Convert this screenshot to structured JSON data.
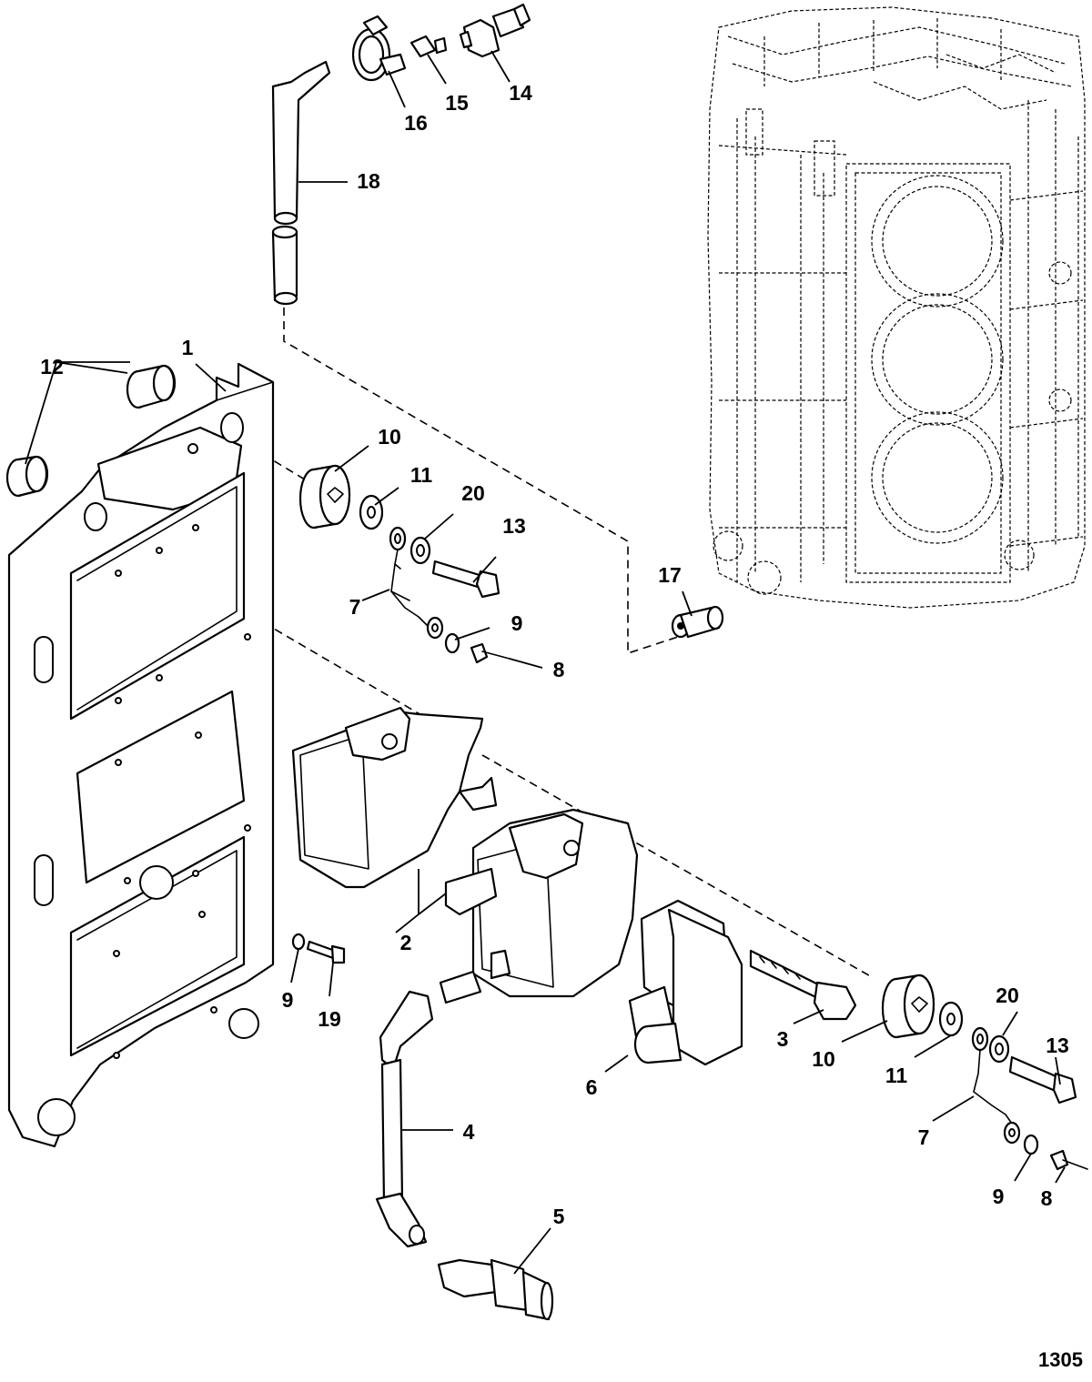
{
  "diagram": {
    "figure_number": "1305",
    "callouts": {
      "c1": "1",
      "c2": "2",
      "c3": "3",
      "c4": "4",
      "c5": "5",
      "c6": "6",
      "c7a": "7",
      "c7b": "7",
      "c8a": "8",
      "c8b": "8",
      "c9a": "9",
      "c9b": "9",
      "c9c": "9",
      "c10a": "10",
      "c10b": "10",
      "c11a": "11",
      "c11b": "11",
      "c12": "12",
      "c13a": "13",
      "c13b": "13",
      "c14": "14",
      "c15": "15",
      "c16": "16",
      "c17": "17",
      "c18": "18",
      "c19": "19",
      "c20a": "20",
      "c20b": "20"
    }
  }
}
